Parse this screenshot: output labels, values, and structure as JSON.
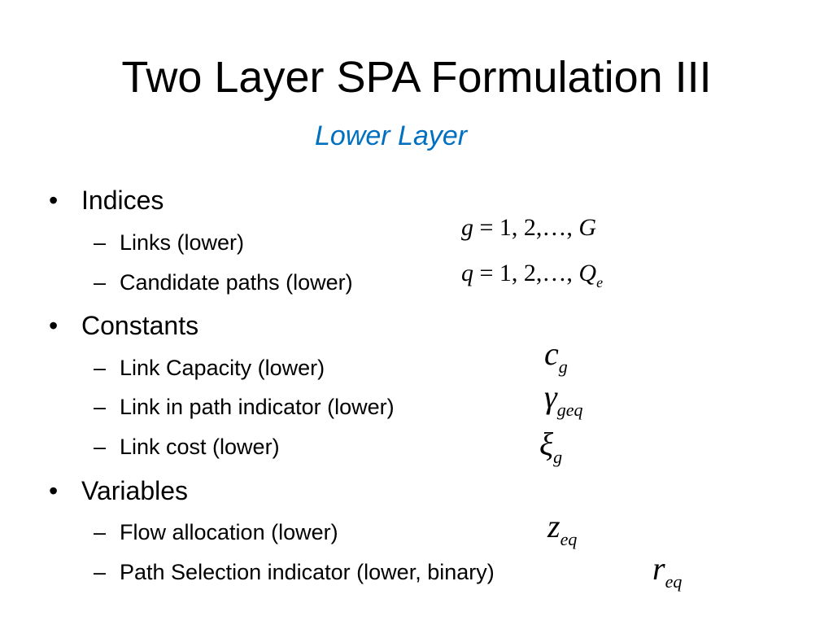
{
  "slide": {
    "title": "Two Layer SPA Formulation III",
    "subtitle": "Lower Layer",
    "colors": {
      "title": "#000000",
      "subtitle": "#0070c0",
      "body": "#000000"
    }
  },
  "bullets": [
    {
      "label": "Indices",
      "items": [
        {
          "label": "Links (lower)"
        },
        {
          "label": "Candidate paths (lower)"
        }
      ]
    },
    {
      "label": "Constants",
      "items": [
        {
          "label": "Link Capacity (lower)"
        },
        {
          "label": "Link in path indicator (lower)"
        },
        {
          "label": "Link cost (lower)"
        }
      ]
    },
    {
      "label": "Variables",
      "items": [
        {
          "label": "Flow allocation (lower)"
        },
        {
          "label": "Path Selection indicator (lower, binary)"
        }
      ]
    }
  ],
  "markers": {
    "level1": "•",
    "level2": "–"
  },
  "math": {
    "link_index": {
      "var": "g",
      "rel": "=",
      "range": "1, 2,…,",
      "upper": "G",
      "upper_sub": ""
    },
    "path_index": {
      "var": "q",
      "rel": "=",
      "range": "1, 2,…,",
      "upper": "Q",
      "upper_sub": "e"
    },
    "capacity": {
      "symbol": "c",
      "sub": "g"
    },
    "path_indicator": {
      "symbol": "γ",
      "sub": "geq"
    },
    "cost": {
      "symbol": "ξ",
      "sub": "g"
    },
    "flow": {
      "symbol": "z",
      "sub": "eq"
    },
    "selection": {
      "symbol": "r",
      "sub": "eq"
    }
  }
}
